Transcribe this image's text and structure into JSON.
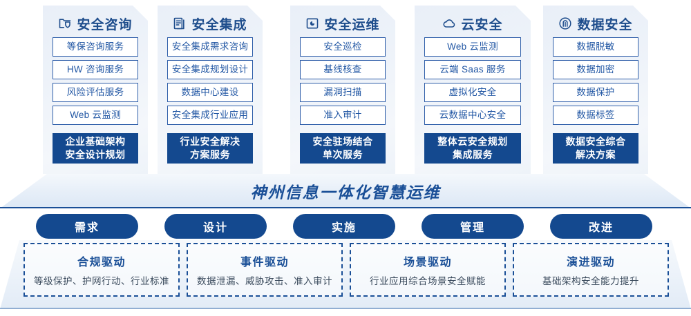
{
  "columns": [
    {
      "icon": "folder-shield-icon",
      "title": "安全咨询",
      "items": [
        "等保咨询服务",
        "HW 咨询服务",
        "风险评估服务",
        "Web 云监测"
      ],
      "accent": [
        "企业基础架构",
        "安全设计规划"
      ]
    },
    {
      "icon": "documents-stack-icon",
      "title": "安全集成",
      "items": [
        "安全集成需求咨询",
        "安全集成规划设计",
        "数据中心建设",
        "安全集成行业应用"
      ],
      "accent": [
        "行业安全解决",
        "方案服务"
      ]
    },
    {
      "icon": "monitor-chart-icon",
      "title": "安全运维",
      "items": [
        "安全巡检",
        "基线核查",
        "漏洞扫描",
        "准入审计"
      ],
      "accent": [
        "安全驻场结合",
        "单次服务"
      ]
    },
    {
      "icon": "cloud-icon",
      "title": "云安全",
      "items": [
        "Web 云监测",
        "云端 Saas 服务",
        "虚拟化安全",
        "云数据中心安全"
      ],
      "accent": [
        "整体云安全规划",
        "集成服务"
      ]
    },
    {
      "icon": "fingerprint-icon",
      "title": "数据安全",
      "items": [
        "数据脱敏",
        "数据加密",
        "数据保护",
        "数据标签"
      ],
      "accent": [
        "数据安全综合",
        "解决方案"
      ]
    }
  ],
  "banner": {
    "text": "神州信息一体化智慧运维"
  },
  "phases": [
    {
      "label": "需求"
    },
    {
      "label": "设计"
    },
    {
      "label": "实施"
    },
    {
      "label": "管理"
    },
    {
      "label": "改进"
    }
  ],
  "drivers": [
    {
      "title": "合规驱动",
      "sub": "等级保护、护网行动、行业标准"
    },
    {
      "title": "事件驱动",
      "sub": "数据泄漏、威胁攻击、准入审计"
    },
    {
      "title": "场景驱动",
      "sub": "行业应用综合场景安全赋能"
    },
    {
      "title": "演进驱动",
      "sub": "基础架构安全能力提升"
    }
  ],
  "colors": {
    "deep_blue": "#14498f",
    "title_blue": "#1a4f97",
    "item_border": "#2c5ca8",
    "item_text": "#2257a4"
  }
}
